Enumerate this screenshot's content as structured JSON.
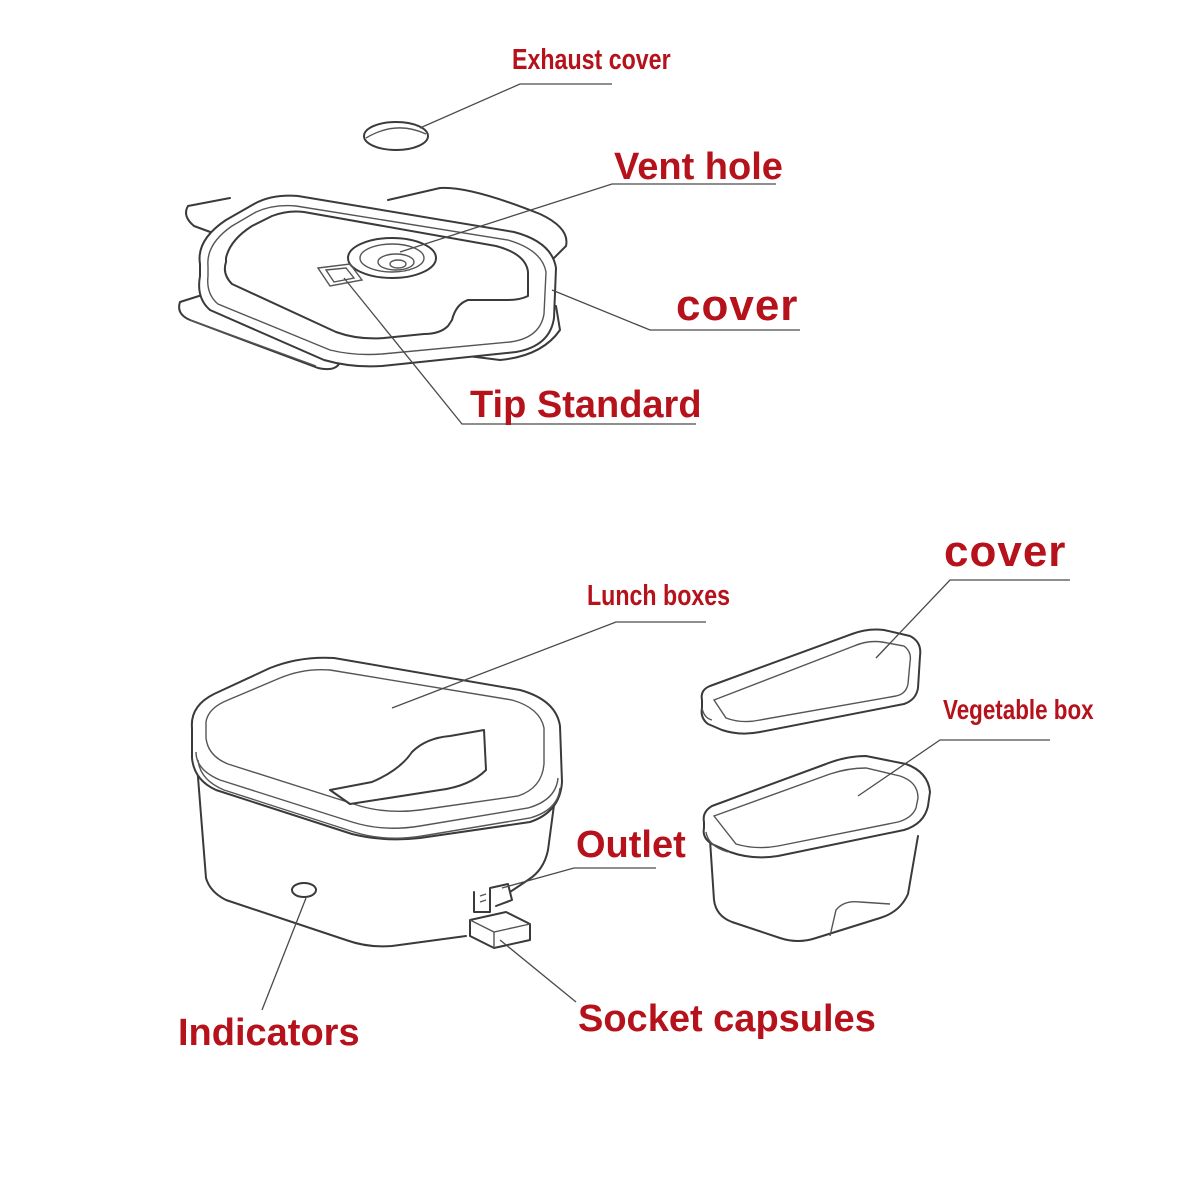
{
  "labels": {
    "exhaust_cover": "Exhaust cover",
    "vent_hole": "Vent hole",
    "cover_top": "cover",
    "tip_standard": "Tip Standard",
    "lunch_boxes": "Lunch boxes",
    "cover_bottom": "cover",
    "vegetable_box": "Vegetable box",
    "outlet": "Outlet",
    "indicators": "Indicators",
    "socket_capsules": "Socket capsules"
  },
  "colors": {
    "label": "#b5121b",
    "line": "#3a3a3a"
  }
}
